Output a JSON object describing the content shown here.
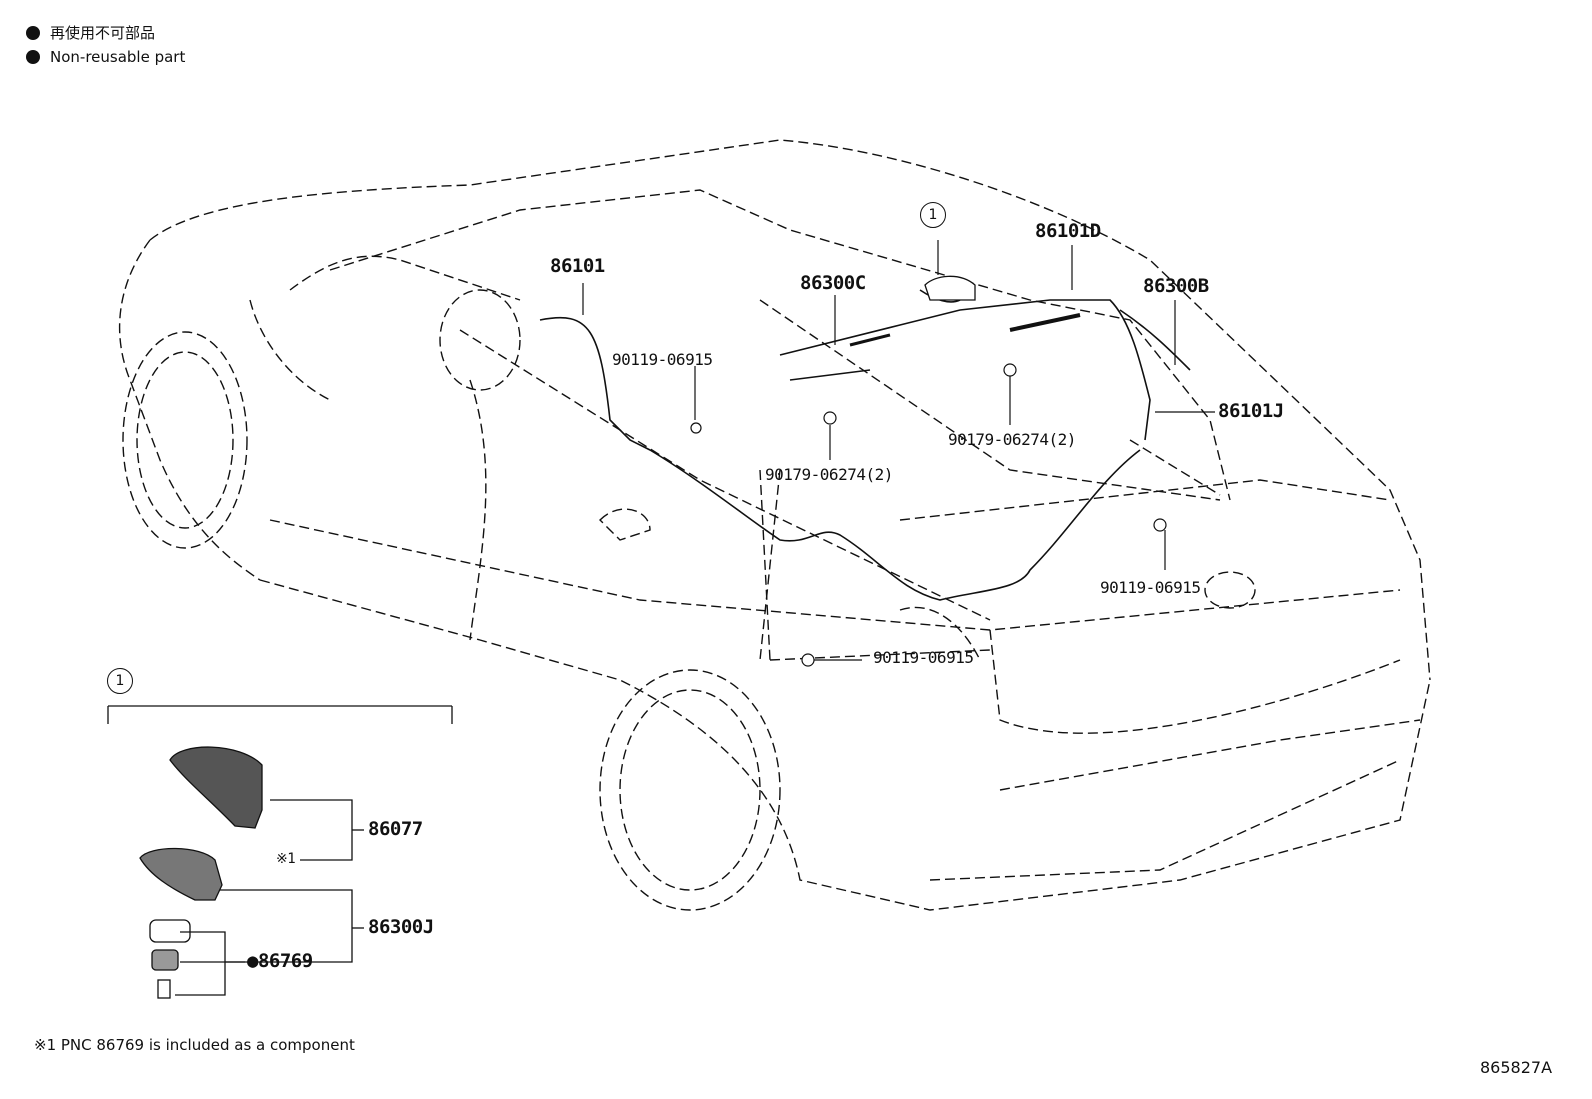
{
  "legend": {
    "jp_label": "再使用不可部品",
    "en_label": "Non-reusable part"
  },
  "circle_ref": "1",
  "parts": {
    "p86101": "86101",
    "p86101D": "86101D",
    "p86300C": "86300C",
    "p86300B": "86300B",
    "p86101J": "86101J",
    "p90119_a": "90119-06915",
    "p90119_b": "90119-06915",
    "p90119_c": "90119-06915",
    "p90179_a": "90179-06274(2)",
    "p90179_b": "90179-06274(2)",
    "p86077": "86077",
    "p86300J": "86300J",
    "p86769": "●86769",
    "mark1": "※1"
  },
  "footnote": "※1 PNC 86769 is included as a component",
  "diagram_code": "865827A",
  "colors": {
    "ink": "#111111",
    "background": "#ffffff"
  }
}
